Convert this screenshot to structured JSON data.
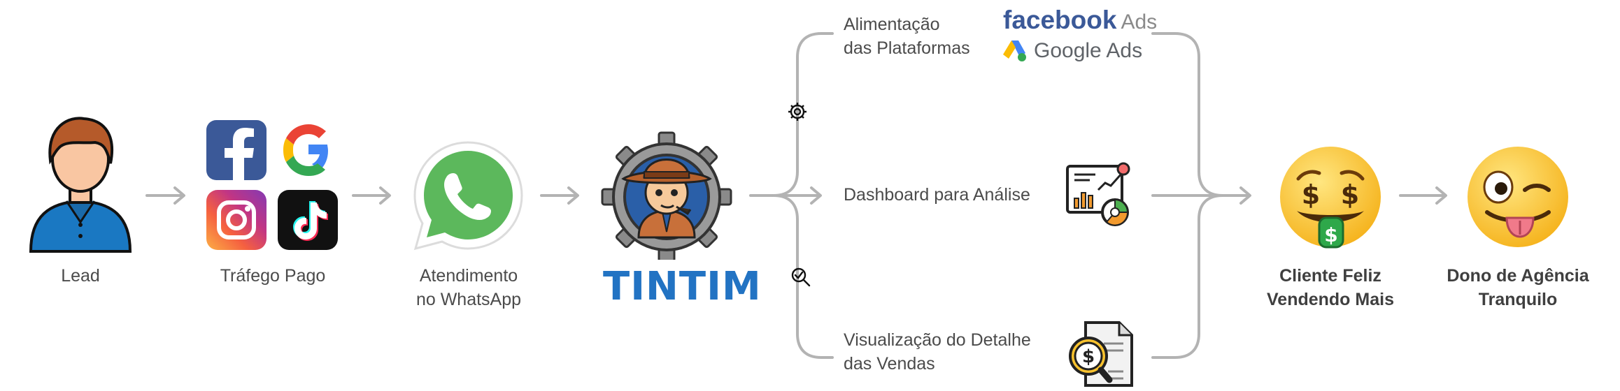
{
  "nodes": {
    "lead": "Lead",
    "trafego": "Tráfego Pago",
    "atendimento_line1": "Atendimento",
    "atendimento_line2": "no WhatsApp",
    "tintim": "TINTIM",
    "cliente_line1": "Cliente Feliz",
    "cliente_line2": "Vendendo Mais",
    "dono_line1": "Dono de Agência",
    "dono_line2": "Tranquilo"
  },
  "branches": {
    "alimentacao_line1": "Alimentação",
    "alimentacao_line2": "das Plataformas",
    "dashboard": "Dashboard para Análise",
    "visualizacao_line1": "Visualização do Detalhe",
    "visualizacao_line2": "das Vendas"
  },
  "brands": {
    "facebook": "facebook",
    "facebook_ads": "Ads",
    "google": "Google Ads"
  },
  "icons": {
    "lead": "person-icon",
    "ads": [
      "facebook-icon",
      "google-icon",
      "instagram-icon",
      "tiktok-icon"
    ],
    "whatsapp": "whatsapp-icon",
    "tintim": "tintim-detective-logo",
    "alimentacao": "gear-icon",
    "visualizacao": "magnifier-check-icon",
    "dashboard": "dashboard-chart-icon",
    "vendas": "document-dollar-search-icon",
    "cliente": "money-mouth-face-emoji",
    "dono": "winking-tongue-face-emoji"
  },
  "colors": {
    "arrow": "#b3b3b3",
    "tintim_blue": "#2273c3",
    "whatsapp_green": "#5cb85c",
    "facebook_blue": "#3b5998",
    "emoji_yellow": "#f9c22e"
  }
}
